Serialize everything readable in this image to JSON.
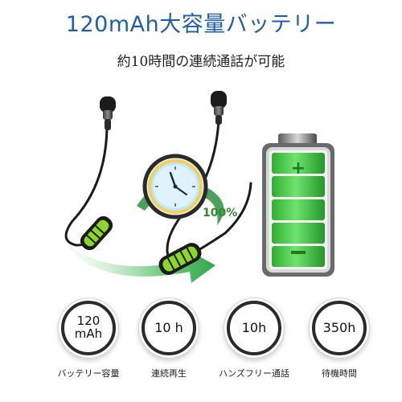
{
  "headline": "120mAh大容量バッテリー",
  "subline": "約10時間の連続通話が可能",
  "charge_badge": "100%",
  "specs": [
    {
      "value_line1": "120",
      "value_line2": "mAh",
      "label": "バッテリー容量"
    },
    {
      "value": "10 h",
      "label": "連続再生"
    },
    {
      "value": "10h",
      "label": "ハンズフリー通話"
    },
    {
      "value": "350h",
      "label": "待機時間"
    }
  ],
  "colors": {
    "headline_blue": "#1f5fa6",
    "battery_green": "#3ecf3e",
    "accent_lime": "#8fd62a",
    "arrow_green": "#2fa84a"
  },
  "battery_level": 1.0
}
